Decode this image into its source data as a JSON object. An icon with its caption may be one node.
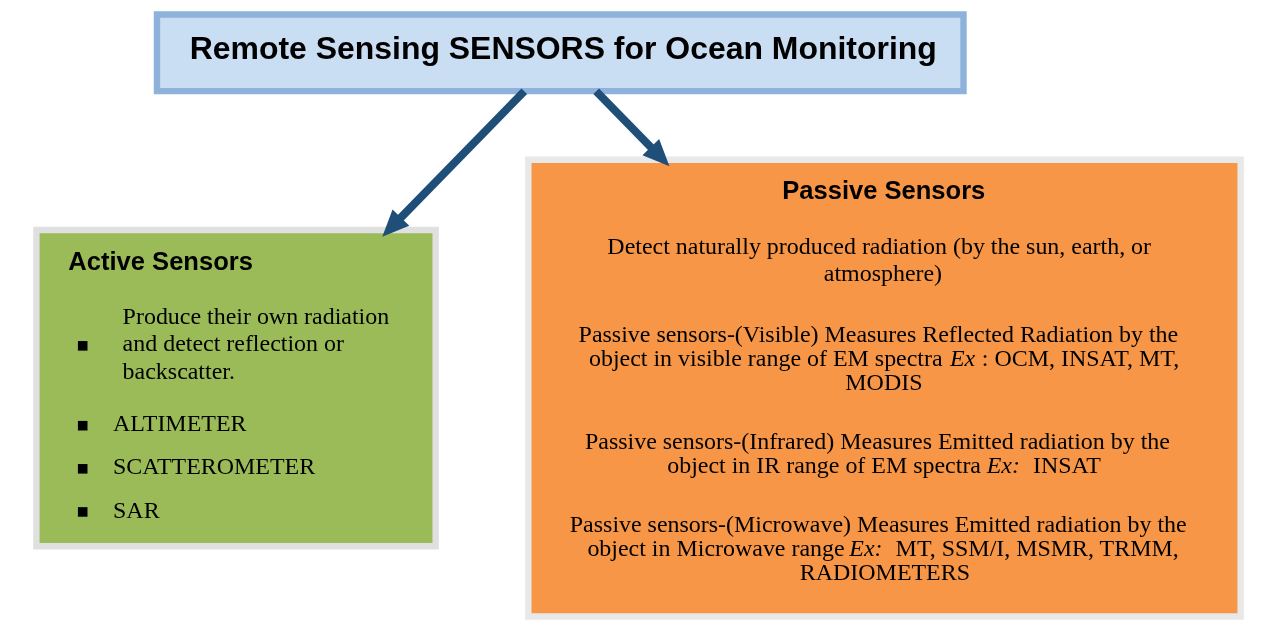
{
  "diagram": {
    "nodes": [
      {
        "text": [
          "Remote Sensing SENSORS for Ocean Monitoring"
        ]
      },
      {
        "text": [
          "Active Sensors",
          "Produce their own radiation and detect reflection or backscatter.",
          "ALTIMETER",
          "SCATTEROMETER",
          "SAR"
        ]
      },
      {
        "text": [
          "Passive Sensors",
          "Detect naturally produced radiation (by the sun, earth, or atmosphere)",
          "Passive sensors-(Visible) Measures Reflected Radiation by the object in visible range of EM spectra *Ex*: OCM, INSAT, MT, MODIS",
          "Passive sensors-(Infrared) Measures Emitted radiation by the object in IR range of EM spectra *Ex:* INSAT",
          "Passive sensors-(Microwave) Measures Emitted radiation by the object in Microwave range *Ex:* MT, SSM/I, MSMR, TRMM, RADIOMETERS"
        ]
      }
    ],
    "edges": [
      {
        "from": 0,
        "to": 1,
        "arrow": "to"
      },
      {
        "from": 0,
        "to": 2,
        "arrow": "to"
      }
    ]
  }
}
